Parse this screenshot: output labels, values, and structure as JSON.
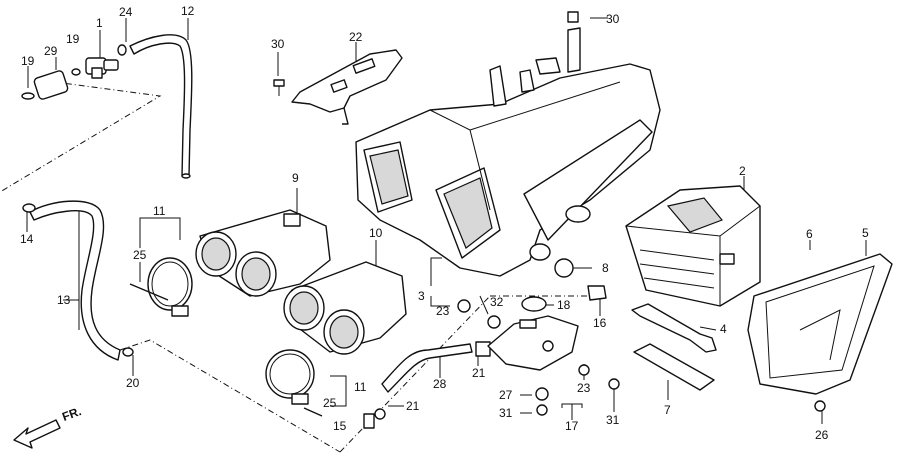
{
  "diagram": {
    "labels": [
      {
        "id": "l1",
        "text": "1"
      },
      {
        "id": "l24",
        "text": "24"
      },
      {
        "id": "l12",
        "text": "12"
      },
      {
        "id": "l19a",
        "text": "19"
      },
      {
        "id": "l29",
        "text": "29"
      },
      {
        "id": "l19b",
        "text": "19"
      },
      {
        "id": "l30a",
        "text": "30"
      },
      {
        "id": "l22",
        "text": "22"
      },
      {
        "id": "l30b",
        "text": "30"
      },
      {
        "id": "l14",
        "text": "14"
      },
      {
        "id": "l11a",
        "text": "11"
      },
      {
        "id": "l9",
        "text": "9"
      },
      {
        "id": "l25a",
        "text": "25"
      },
      {
        "id": "l13",
        "text": "13"
      },
      {
        "id": "l20",
        "text": "20"
      },
      {
        "id": "l10",
        "text": "10"
      },
      {
        "id": "l3",
        "text": "3"
      },
      {
        "id": "l23a",
        "text": "23"
      },
      {
        "id": "l32",
        "text": "32"
      },
      {
        "id": "l18",
        "text": "18"
      },
      {
        "id": "l8",
        "text": "8"
      },
      {
        "id": "l16",
        "text": "16"
      },
      {
        "id": "l2",
        "text": "2"
      },
      {
        "id": "l6",
        "text": "6"
      },
      {
        "id": "l5",
        "text": "5"
      },
      {
        "id": "l4",
        "text": "4"
      },
      {
        "id": "l28",
        "text": "28"
      },
      {
        "id": "l21a",
        "text": "21"
      },
      {
        "id": "l11b",
        "text": "11"
      },
      {
        "id": "l25b",
        "text": "25"
      },
      {
        "id": "l21b",
        "text": "21"
      },
      {
        "id": "l15",
        "text": "15"
      },
      {
        "id": "l27",
        "text": "27"
      },
      {
        "id": "l23b",
        "text": "23"
      },
      {
        "id": "l31a",
        "text": "31"
      },
      {
        "id": "l17",
        "text": "17"
      },
      {
        "id": "l31b",
        "text": "31"
      },
      {
        "id": "l7",
        "text": "7"
      },
      {
        "id": "l26",
        "text": "26"
      }
    ],
    "front_arrow": "FR."
  }
}
